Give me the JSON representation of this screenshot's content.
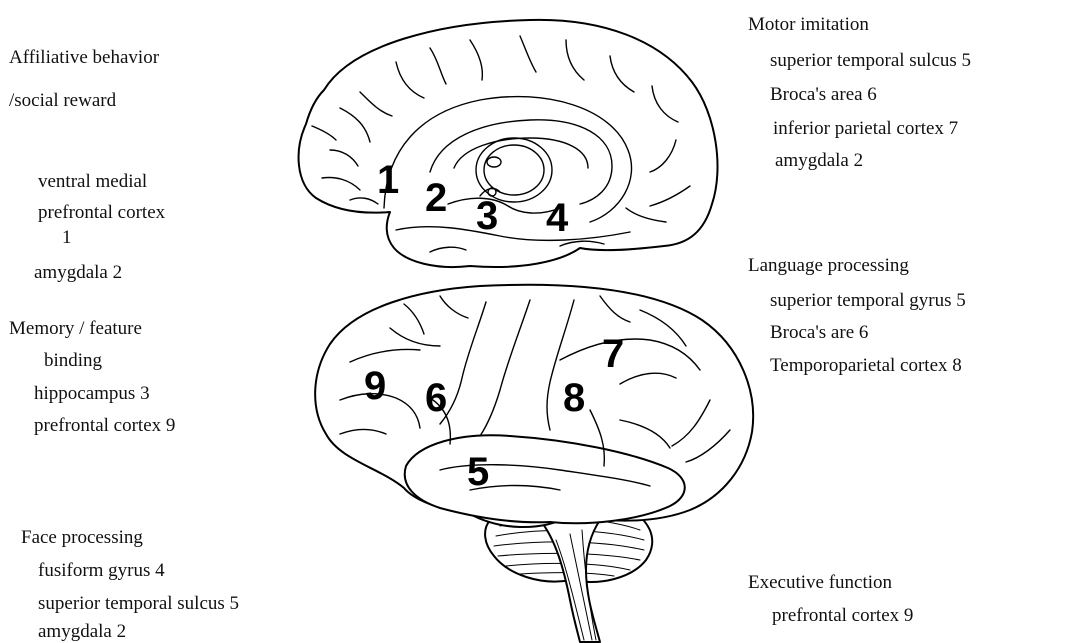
{
  "left": {
    "affiliative": {
      "title_line1": "Affiliative behavior",
      "title_line2": "/social reward",
      "item1_line1": "ventral medial",
      "item1_line2": "prefrontal cortex",
      "item1_line3": "1",
      "item2": "amygdala 2"
    },
    "memory": {
      "title_line1": "Memory / feature",
      "title_line2": "binding",
      "item1": "hippocampus  3",
      "item2": "prefrontal cortex  9"
    },
    "face": {
      "title": "Face processing",
      "item1": "fusiform gyrus 4",
      "item2": "superior temporal sulcus  5",
      "item3": "amygdala 2"
    }
  },
  "right": {
    "motor": {
      "title": "Motor imitation",
      "item1": "superior temporal sulcus   5",
      "item2": "Broca's area    6",
      "item3": "inferior parietal cortex   7",
      "item4": "amygdala   2"
    },
    "language": {
      "title": "Language processing",
      "item1": "superior temporal gyrus 5",
      "item2": "Broca's are  6",
      "item3": "Temporoparietal cortex 8"
    },
    "executive": {
      "title": "Executive function",
      "item1": "prefrontal cortex  9"
    }
  },
  "brain_labels": {
    "medial": [
      "1",
      "2",
      "3",
      "4"
    ],
    "lateral": [
      "9",
      "6",
      "8",
      "7",
      "5"
    ]
  }
}
